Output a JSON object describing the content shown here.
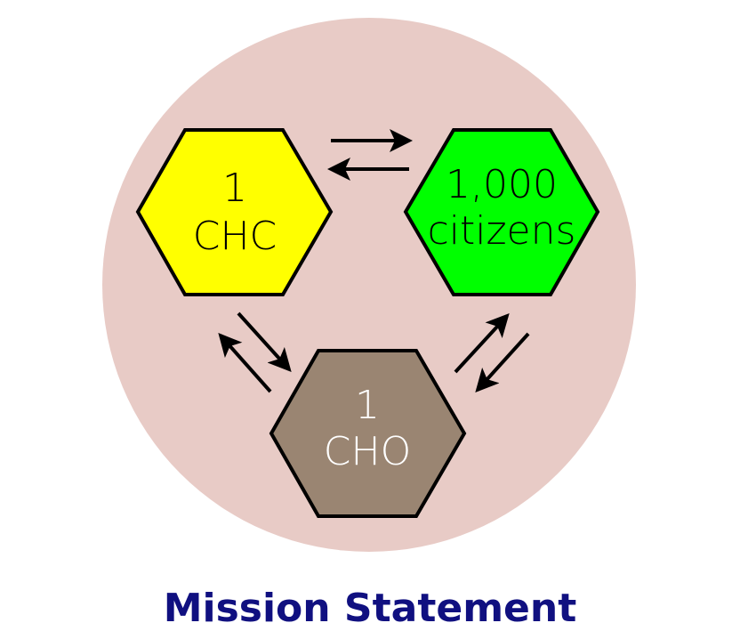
{
  "nodes": [
    {
      "id": "chc",
      "lines": [
        "1",
        "CHC"
      ],
      "fill": "#ffff00",
      "text_color": "#000000"
    },
    {
      "id": "citizens",
      "lines": [
        "1,000",
        "citizens"
      ],
      "fill": "#00ff00",
      "text_color": "#000000"
    },
    {
      "id": "cho",
      "lines": [
        "1",
        "CHO"
      ],
      "fill": "#9a8572",
      "text_color": "#ffffff"
    }
  ],
  "background_circle_color": "#e8cbc6",
  "caption": "Mission Statement"
}
